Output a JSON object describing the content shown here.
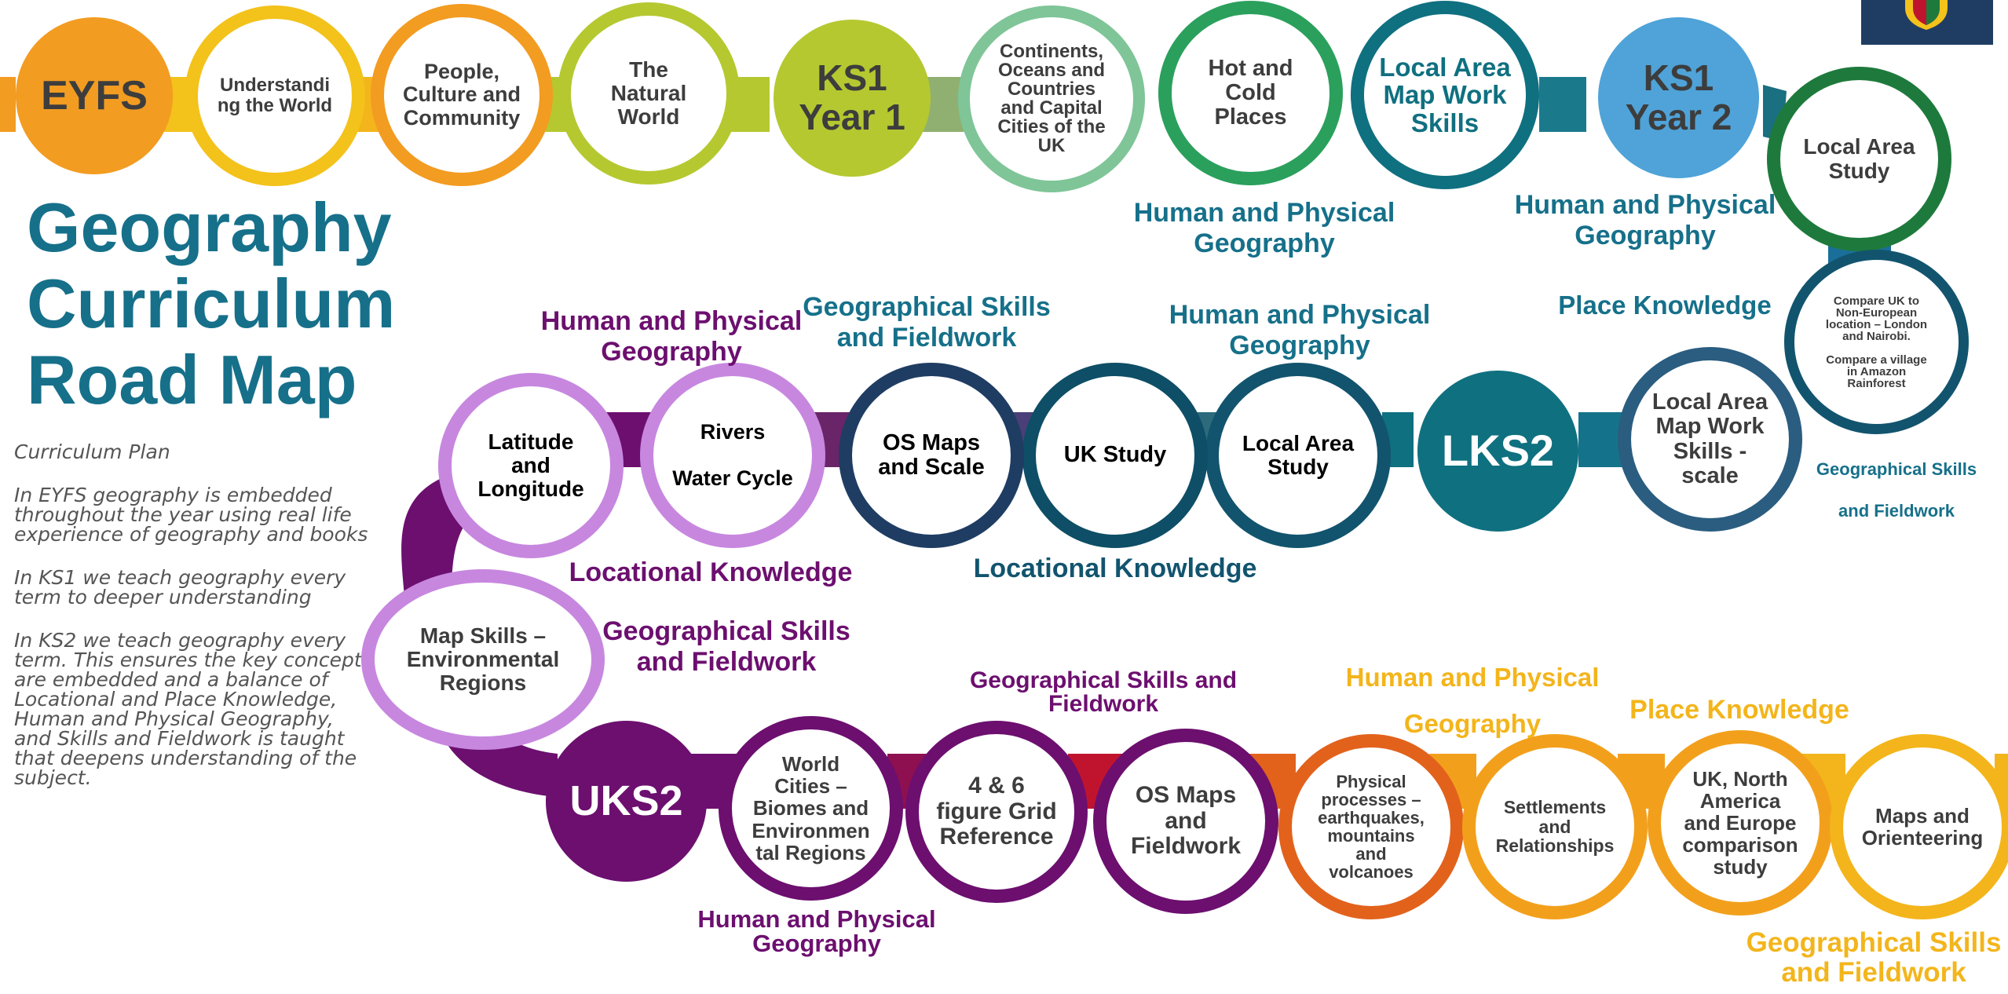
{
  "title": "Geography\nCurriculum\nRoad Map",
  "intro": {
    "heading": "Curriculum Plan",
    "paragraphs": [
      "In EYFS geography is embedded throughout the year using real life experience of geography and books",
      "In KS1 we teach geography every term to deeper understanding",
      "In KS2 we teach geography every term. This ensures the key concepts are embedded and a balance of Locational and Place Knowledge, Human and Physical Geography, and Skills and Fieldwork is taught that deepens understanding of the subject."
    ]
  },
  "colors": {
    "orange": "#f29c21",
    "yellow": "#f3c21b",
    "lime": "#b5c830",
    "green_light": "#7fc598",
    "green": "#2aa05c",
    "teal": "#0f7080",
    "blue_light": "#4fa3d8",
    "green_dark": "#1e7a3c",
    "navy_teal": "#12546e",
    "purple_light": "#c787df",
    "purple": "#6c0f6f",
    "crimson": "#c0142e",
    "orange_dark": "#e2621c",
    "amber": "#f2a01c",
    "gold": "#f3b51b",
    "navy": "#1f3d63"
  },
  "stages": {
    "eyfs": "EYFS",
    "ks1": "KS1\nYear 1",
    "ks2": "KS1\nYear 2",
    "lks2": "LKS2",
    "uks2": "UKS2"
  },
  "topics": {
    "understanding_world": "Understandi\nng the World",
    "people_culture": "People,\nCulture and\nCommunity",
    "natural_world": "The\nNatural\nWorld",
    "continents": "Continents,\nOceans and\nCountries\nand Capital\nCities of the\nUK",
    "hot_cold": "Hot and\nCold\nPlaces",
    "local_map_skills": "Local Area\nMap Work\nSkills",
    "local_area_study_y2": "Local Area\nStudy",
    "compare_uk": "Compare UK to\nNon-European\nlocation – London\nand Nairobi.\n\nCompare a village\nin Amazon\nRainforest",
    "local_map_scale": "Local Area\nMap Work\nSkills -\nscale",
    "local_area_study": "Local Area\nStudy",
    "uk_study": "UK Study",
    "os_maps_scale": "OS Maps\nand Scale",
    "rivers": "Rivers\n\nWater Cycle",
    "latitude": "Latitude\nand\nLongitude",
    "map_skills_env": "Map Skills –\nEnvironmental\nRegions",
    "world_cities": "World\nCities –\nBiomes and\nEnvironmen\ntal Regions",
    "grid_reference": "4 & 6\nfigure Grid\nReference",
    "os_maps_field": "OS Maps\nand\nFieldwork",
    "physical_processes": "Physical\nprocesses –\nearthquakes,\nmountains\nand\nvolcanoes",
    "settlements": "Settlements\nand\nRelationships",
    "uk_na_europe": "UK, North\nAmerica\nand Europe\ncomparison\nstudy",
    "maps_orienteering": "Maps and\nOrienteering"
  },
  "labels": {
    "hpg_row1_a": "Human and Physical\nGeography",
    "hpg_row1_b": "Human and Physical\nGeography",
    "place_knowledge_row1": "Place Knowledge",
    "gsf_right": "Geographical Skills\n\nand Fieldwork",
    "hpg_row2_left": "Human and Physical\nGeography",
    "gsf_row2_mid": "Geographical Skills\nand Fieldwork",
    "hpg_row2_right": "Human and Physical\nGeography",
    "locational_row2_left": "Locational Knowledge",
    "locational_row2_mid": "Locational Knowledge",
    "gsf_row2_left": "Geographical Skills\nand Fieldwork",
    "gsf_row3_mid": "Geographical Skills and\nFieldwork",
    "hpg_row3_right": "Human and Physical\n\nGeography",
    "place_knowledge_row3": "Place Knowledge",
    "hpg_row3_bottom": "Human and Physical\nGeography",
    "gsf_row3_bottom": "Geographical Skills\nand Fieldwork"
  }
}
